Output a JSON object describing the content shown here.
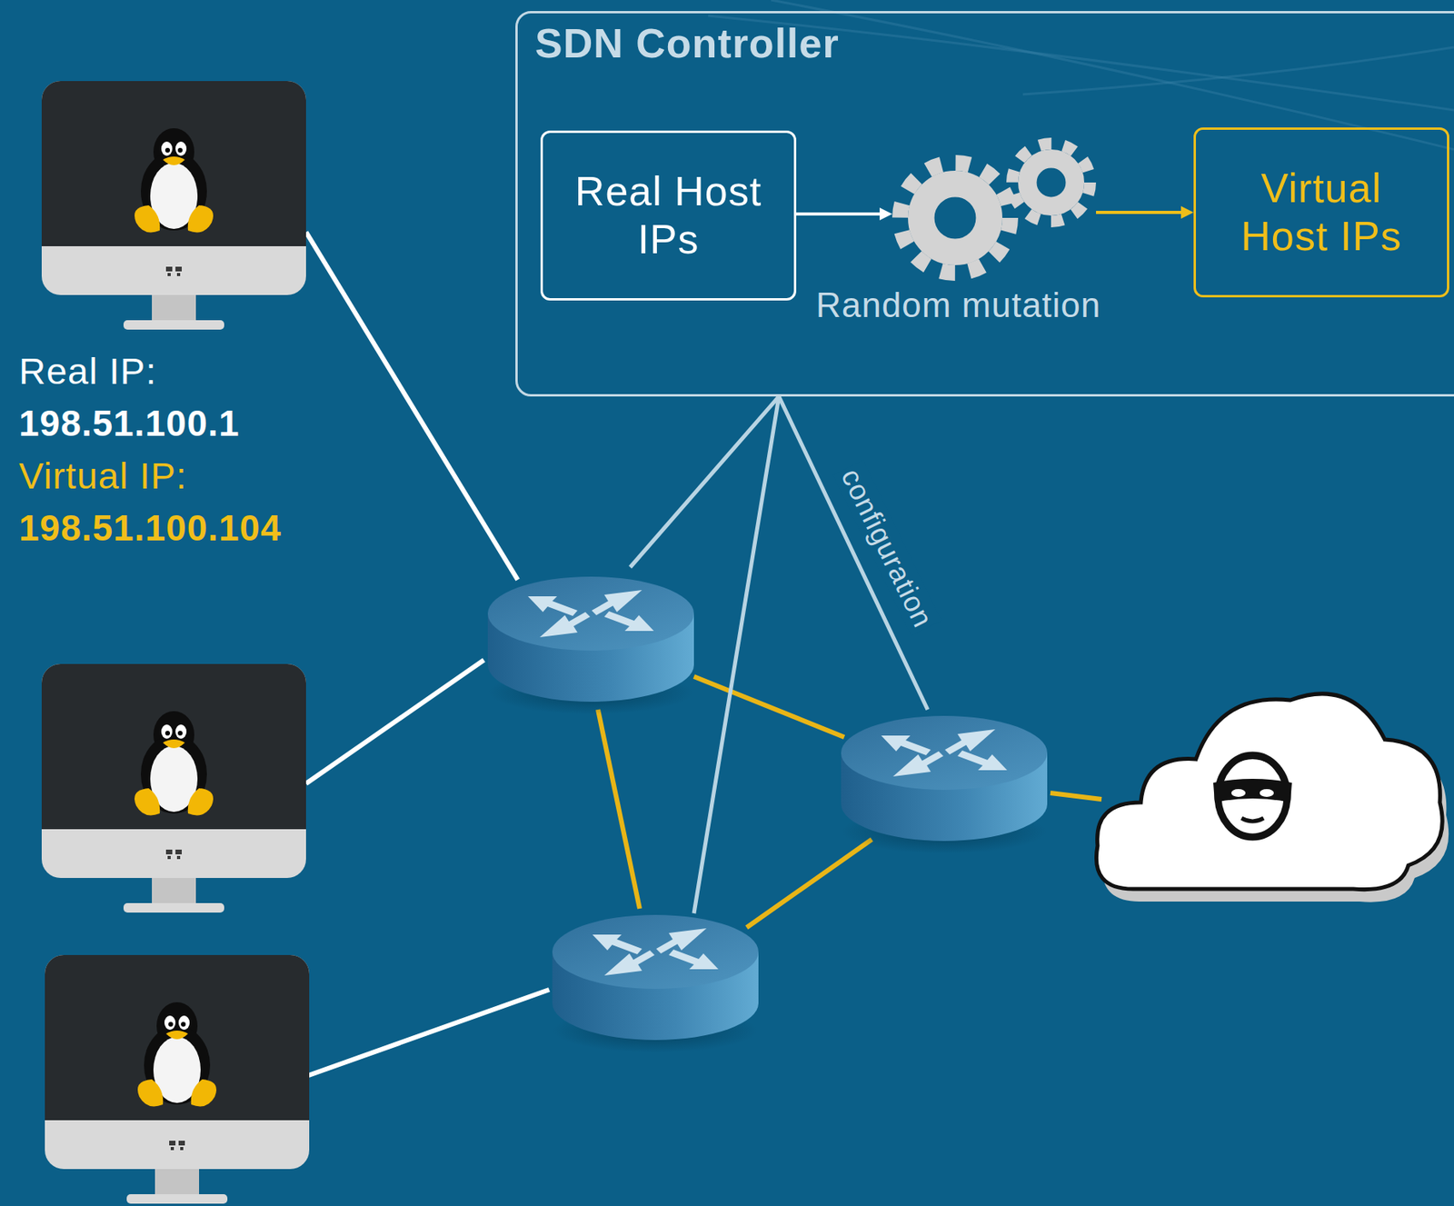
{
  "diagram": {
    "nodes": [
      {
        "text": [
          "SDN Controller"
        ]
      },
      {
        "text": [
          "Real Host IPs"
        ],
        "in": 0
      },
      {
        "text": [
          "Virtual Host IPs"
        ],
        "in": 0
      }
    ],
    "edges": [
      {
        "from": 1,
        "to": 2,
        "arrow": "to"
      }
    ],
    "labels": [
      "Random mutation",
      "Real IP:",
      "198.51.100.1",
      "Virtual IP:",
      "198.51.100.104",
      "configuration"
    ]
  }
}
